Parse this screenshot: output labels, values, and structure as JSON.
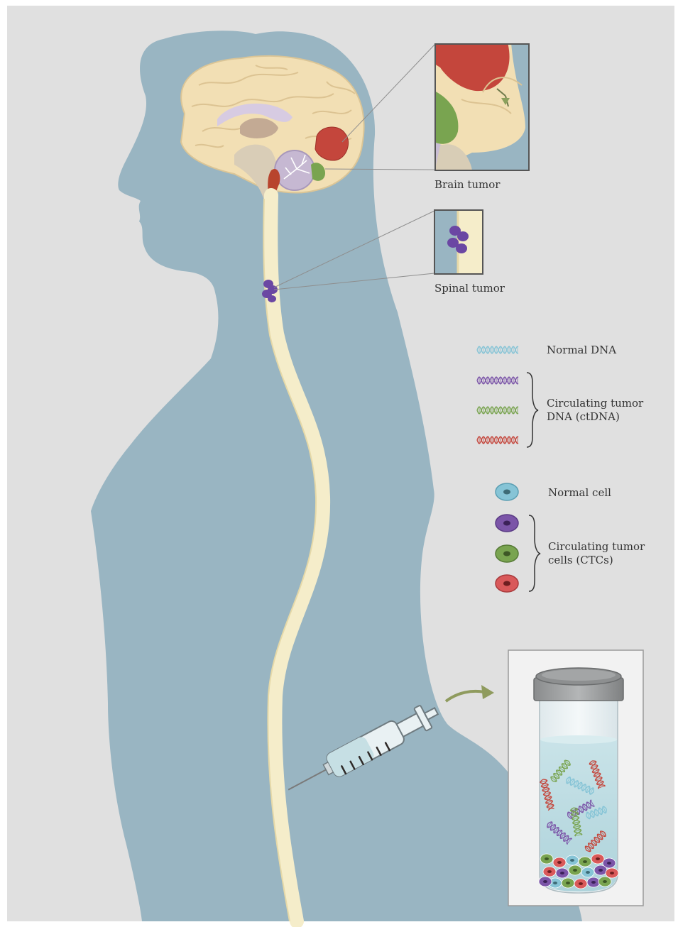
{
  "colors": {
    "background": "#e0e0e0",
    "body": "#99b5c2",
    "spine": "#f5edca",
    "brain": "#f2dfb4",
    "normal": "#86c4d6",
    "purple": "#7b55a8",
    "green": "#79a450",
    "red": "#c4463c",
    "arrow": "#8f9b5e"
  },
  "callouts": {
    "brain_tumor": "Brain tumor",
    "spinal_tumor": "Spinal tumor"
  },
  "legend": {
    "dna": {
      "normal": "Normal DNA",
      "ctdna_line1": "Circulating tumor",
      "ctdna_line2": "DNA (ctDNA)"
    },
    "cells": {
      "normal": "Normal cell",
      "ctc_line1": "Circulating tumor",
      "ctc_line2": "cells (CTCs)"
    }
  },
  "icons": [
    "brain-icon",
    "spinal-cord-icon",
    "syringe-icon",
    "sample-tube-icon",
    "dna-helix-icon",
    "cell-icon",
    "arrow-icon"
  ]
}
